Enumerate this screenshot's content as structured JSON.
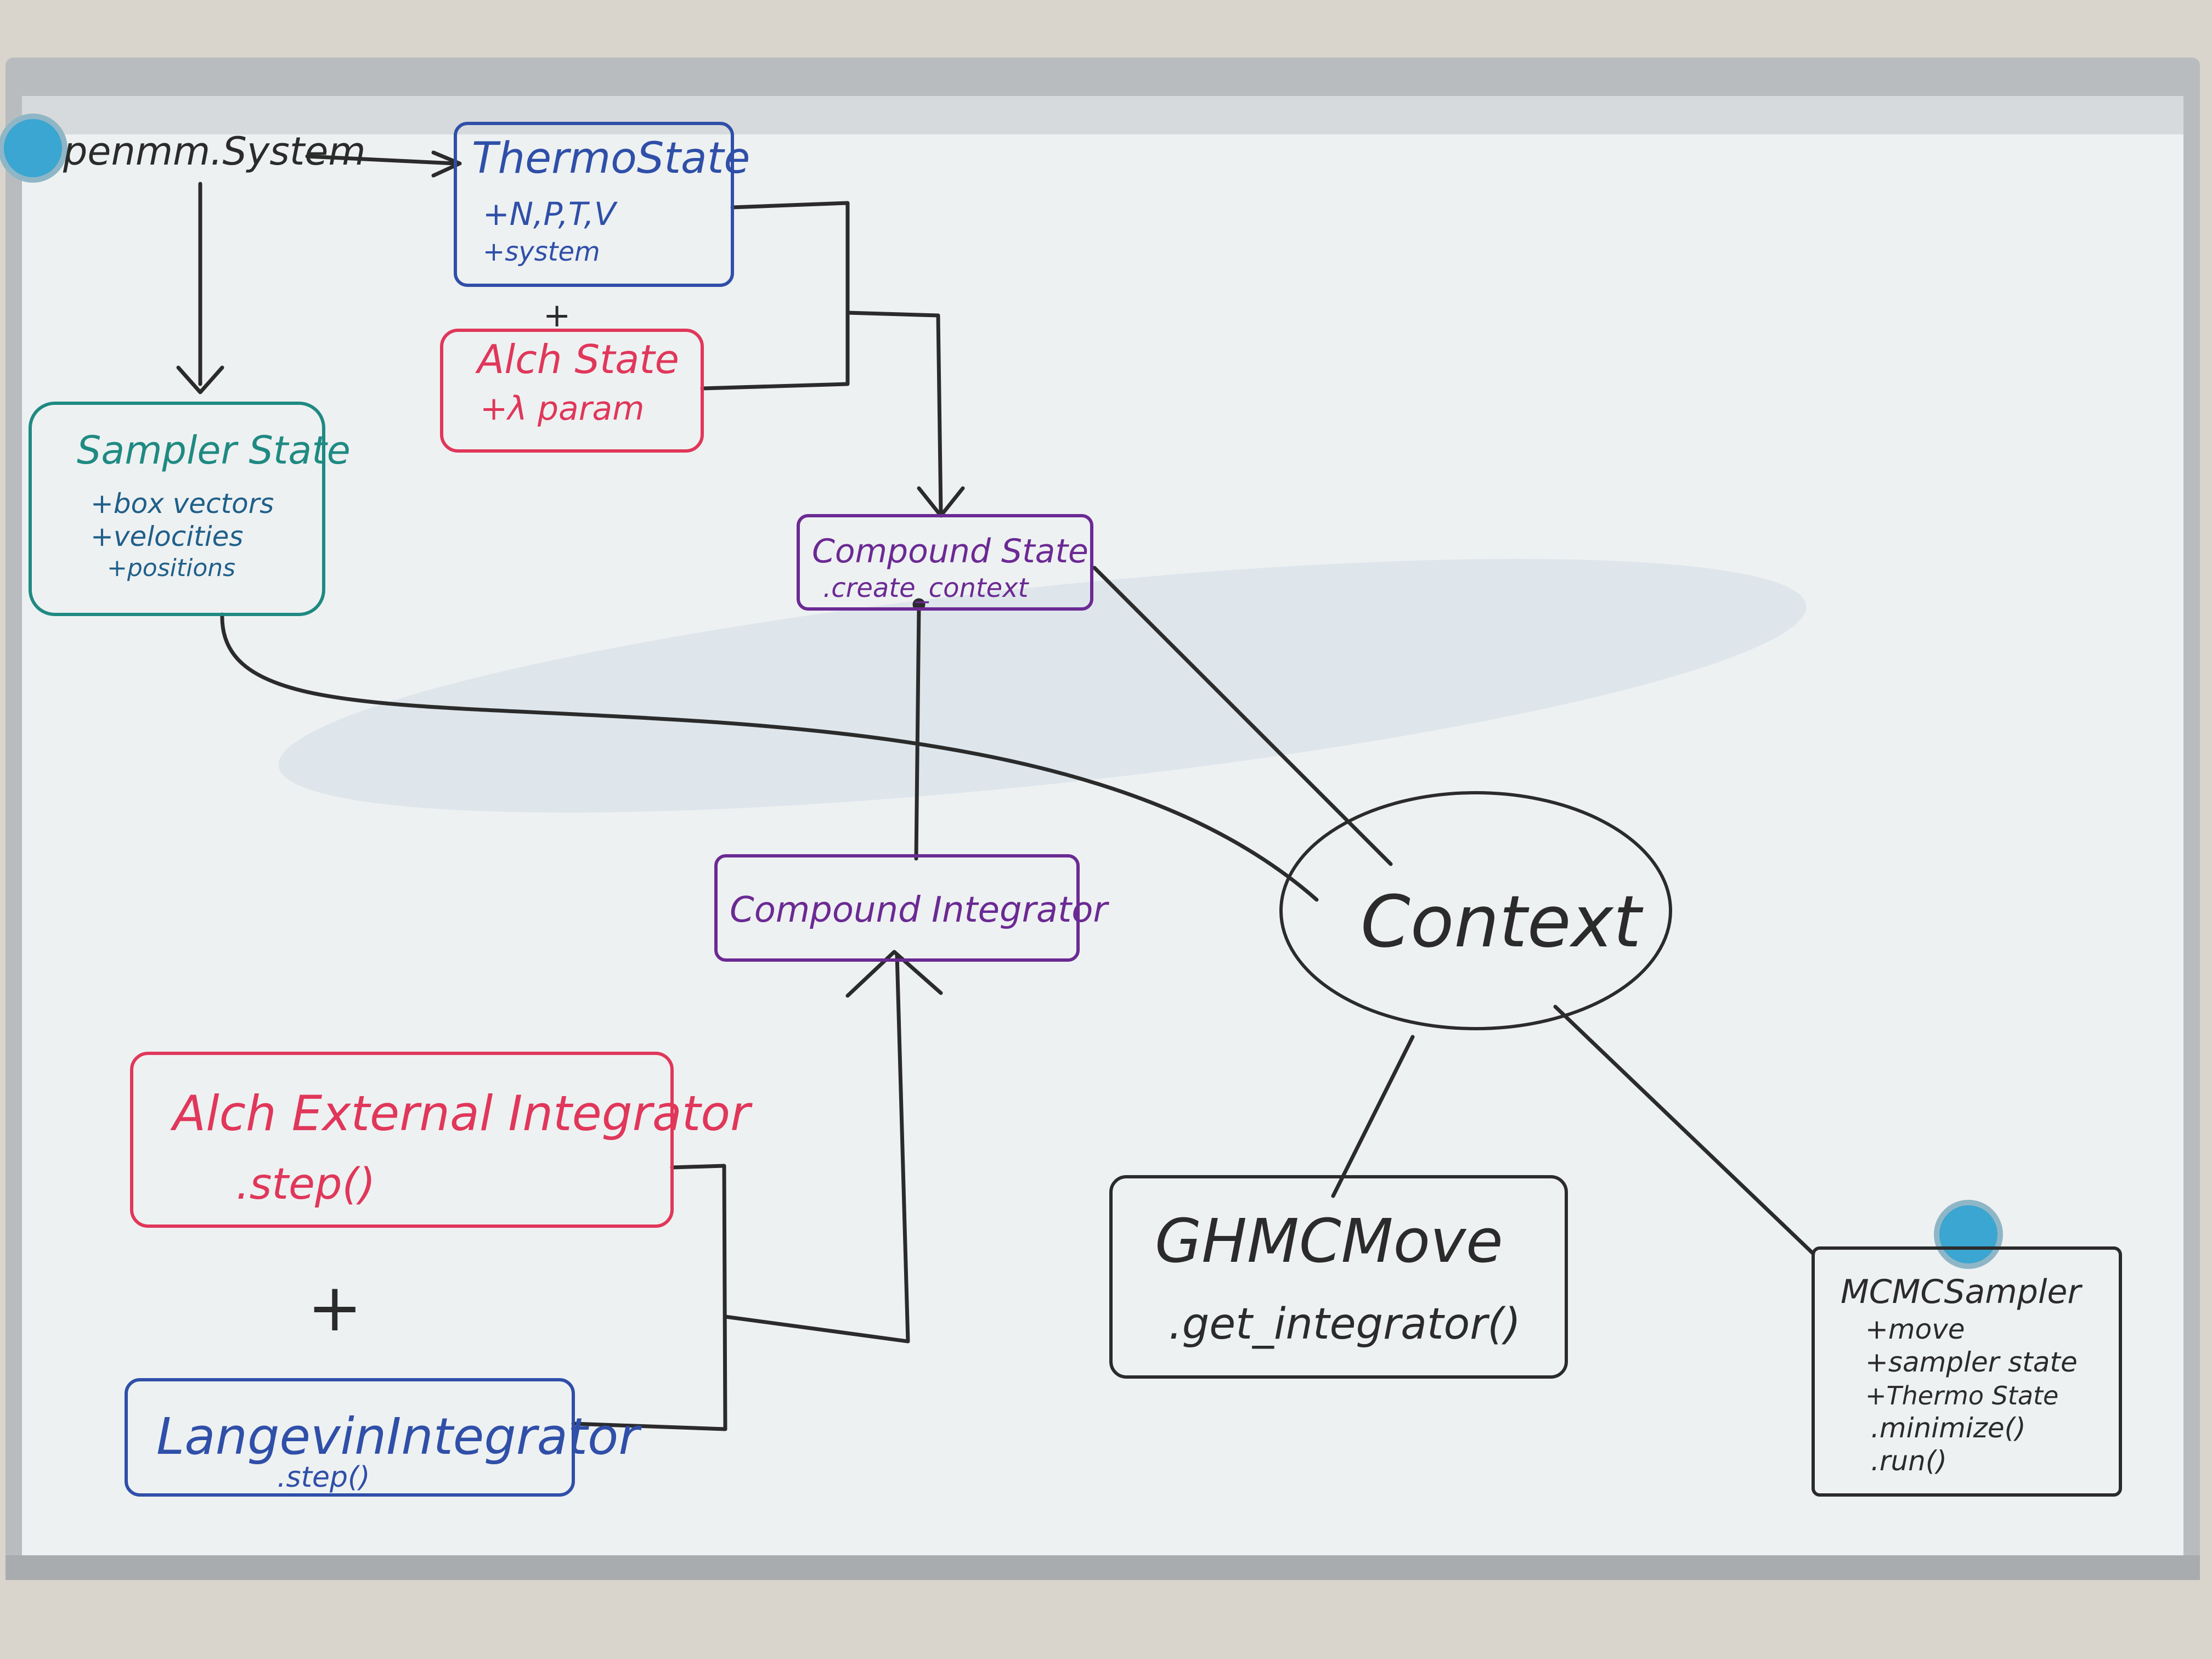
{
  "colors": {
    "wall": "#d9d5cc",
    "frame": "#b9bcbf",
    "board": "#eef1f2",
    "black_marker": "#2b2b2b",
    "blue_marker": "#2f4fa8",
    "red_marker": "#e0375a",
    "green_marker": "#1f8a82",
    "purple_marker": "#6b2a93",
    "magnet": "#3aa6d1"
  },
  "nodes": {
    "openmm": {
      "label": "penmm.System"
    },
    "thermo": {
      "title": "ThermoState",
      "lines": [
        "+N,P,T,V",
        "+system"
      ]
    },
    "plus_top": {
      "label": "+"
    },
    "alch_state": {
      "title": "Alch State",
      "lines": [
        "+λ param"
      ]
    },
    "sampler_state": {
      "title": "Sampler State",
      "lines": [
        "+box vectors",
        "+velocities",
        "+positions"
      ]
    },
    "compound_state": {
      "title": "Compound State",
      "lines": [
        ".create_context"
      ]
    },
    "compound_integrator": {
      "title": "Compound Integrator"
    },
    "context": {
      "label": "Context"
    },
    "alch_external": {
      "title": "Alch External Integrator",
      "lines": [
        ".step()"
      ]
    },
    "plus_bottom": {
      "label": "+"
    },
    "langevin": {
      "title": "LangevinIntegrator",
      "lines": [
        ".step()"
      ]
    },
    "ghmc": {
      "title": "GHMCMove",
      "lines": [
        ".get_integrator()"
      ]
    },
    "mcmc": {
      "title": "MCMCSampler",
      "lines": [
        "+move",
        "+sampler state",
        "+Thermo State",
        ".minimize()",
        ".run()"
      ]
    }
  }
}
